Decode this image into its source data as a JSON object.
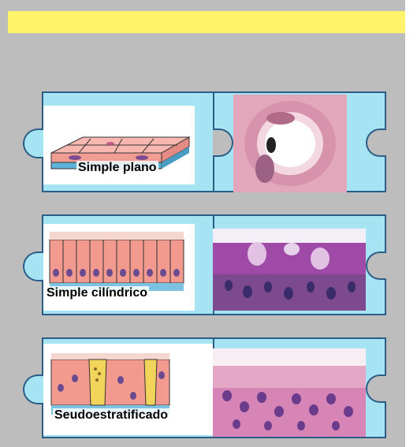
{
  "header": {
    "bar_color": "#fff36a"
  },
  "rows": [
    {
      "label": "Simple plano",
      "diagram_icon": "simple-squamous-diagram",
      "micro_icon": "simple-squamous-micrograph"
    },
    {
      "label": "Simple cilíndrico",
      "diagram_icon": "simple-columnar-diagram",
      "micro_icon": "simple-columnar-micrograph"
    },
    {
      "label": "Seudoestratificado",
      "diagram_icon": "pseudostratified-diagram",
      "micro_icon": "pseudostratified-micrograph"
    }
  ],
  "colors": {
    "piece": "#a6e3f3",
    "piece_border": "#2b5d86",
    "background": "#bdbdbd"
  }
}
